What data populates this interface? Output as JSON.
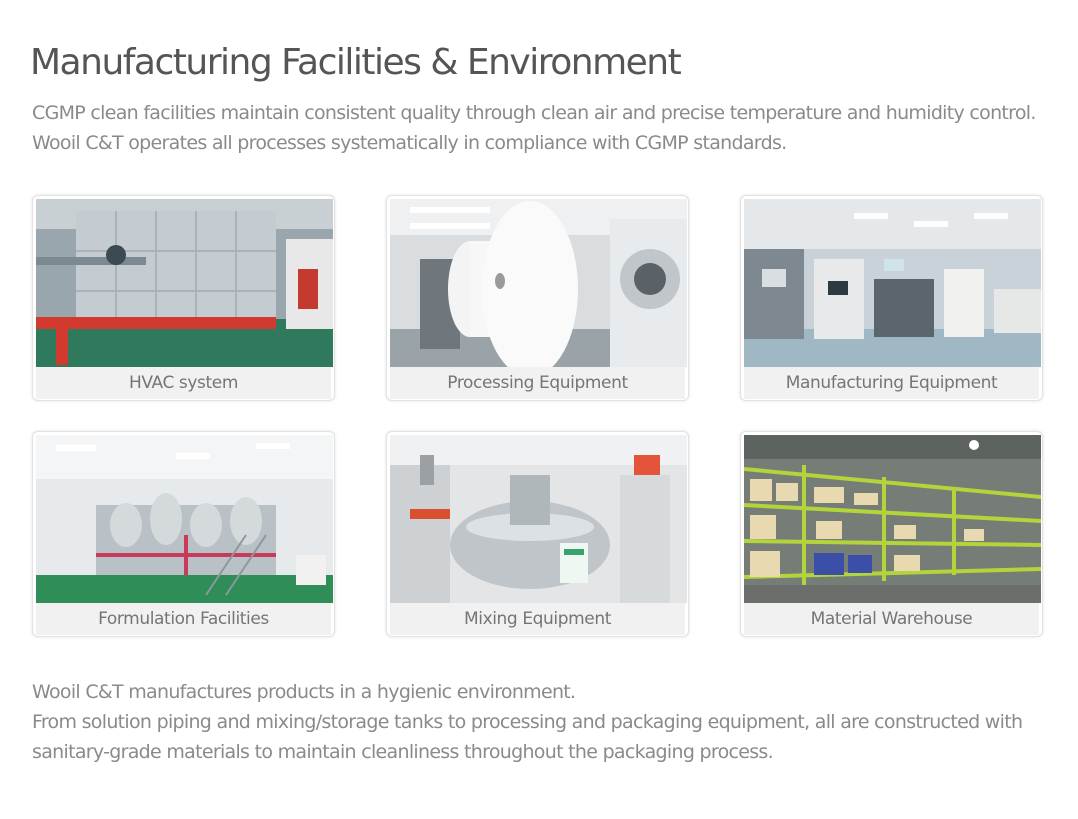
{
  "page": {
    "title": "Manufacturing Facilities & Environment"
  },
  "intro": {
    "line1": "CGMP clean facilities maintain consistent quality through clean air and precise temperature and humidity control.",
    "line2": "Wooil C&T operates all processes systematically in compliance with CGMP standards."
  },
  "facilities": [
    {
      "caption": "HVAC system"
    },
    {
      "caption": "Processing Equipment"
    },
    {
      "caption": "Manufacturing Equipment"
    },
    {
      "caption": "Formulation Facilities"
    },
    {
      "caption": "Mixing Equipment"
    },
    {
      "caption": "Material Warehouse"
    }
  ],
  "outro": {
    "line1": "Wooil C&T manufactures products in a hygienic environment.",
    "line2": "From solution piping and mixing/storage tanks to processing and packaging equipment, all are constructed with",
    "line3": "sanitary-grade materials to maintain cleanliness throughout the packaging process."
  }
}
